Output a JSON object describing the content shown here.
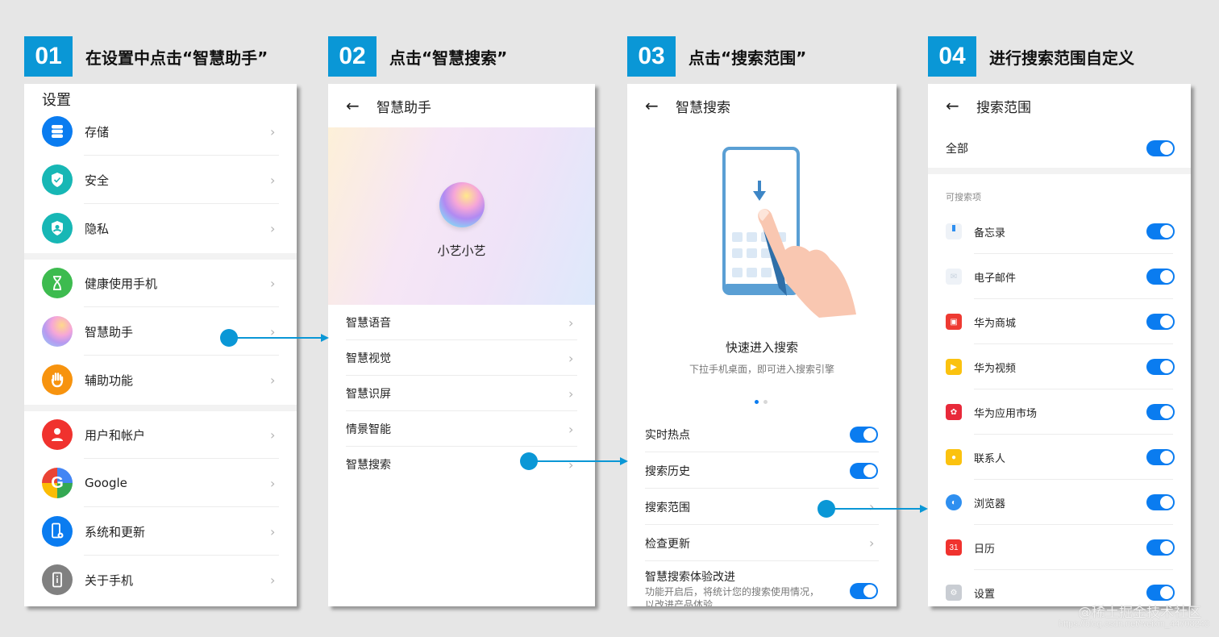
{
  "steps": [
    {
      "num": "01",
      "title": "在设置中点击“智慧助手”"
    },
    {
      "num": "02",
      "title": "点击“智慧搜索”"
    },
    {
      "num": "03",
      "title": "点击“搜索范围”"
    },
    {
      "num": "04",
      "title": "进行搜索范围自定义"
    }
  ],
  "settings": {
    "title": "设置",
    "items": [
      {
        "label": "存储",
        "icon": "storage-icon",
        "color": "#0a7cf0"
      },
      {
        "label": "安全",
        "icon": "shield-check-icon",
        "color": "#17b7b5"
      },
      {
        "label": "隐私",
        "icon": "privacy-icon",
        "color": "#17b7b5"
      },
      {
        "label": "健康使用手机",
        "icon": "hourglass-icon",
        "color": "#3dbb4f"
      },
      {
        "label": "智慧助手",
        "icon": "assistant-orb-icon",
        "color": "#c9a7f0"
      },
      {
        "label": "辅助功能",
        "icon": "hand-icon",
        "color": "#f7930e"
      },
      {
        "label": "用户和帐户",
        "icon": "user-icon",
        "color": "#f0322e"
      },
      {
        "label": "Google",
        "icon": "google-icon",
        "color": "#4285f4"
      },
      {
        "label": "系统和更新",
        "icon": "phone-gear-icon",
        "color": "#0a7cf0"
      },
      {
        "label": "关于手机",
        "icon": "phone-info-icon",
        "color": "#808080"
      }
    ],
    "chevron": "›"
  },
  "assistant": {
    "back": "←",
    "title": "智慧助手",
    "orb_label": "小艺小艺",
    "items": [
      "智慧语音",
      "智慧视觉",
      "智慧识屏",
      "情景智能",
      "智慧搜索"
    ]
  },
  "smart_search": {
    "back": "←",
    "title": "智慧搜索",
    "headline": "快速进入搜索",
    "subline": "下拉手机桌面，即可进入搜索引擎",
    "rows": [
      {
        "label": "实时热点",
        "type": "toggle",
        "on": true
      },
      {
        "label": "搜索历史",
        "type": "toggle",
        "on": true
      },
      {
        "label": "搜索范围",
        "type": "link"
      },
      {
        "label": "检查更新",
        "type": "link"
      },
      {
        "label": "智慧搜索体验改进",
        "type": "toggle",
        "on": true,
        "sub": "功能开启后，将统计您的搜索使用情况，以改进产品体验"
      }
    ]
  },
  "search_scope": {
    "back": "←",
    "title": "搜索范围",
    "all_label": "全部",
    "section_label": "可搜索项",
    "apps": [
      {
        "label": "备忘录",
        "icon": "notepad-icon",
        "color": "#e8eef6",
        "glyph": ""
      },
      {
        "label": "电子邮件",
        "icon": "mail-icon",
        "color": "#e8eef6",
        "glyph": "✉"
      },
      {
        "label": "华为商城",
        "icon": "vmall-icon",
        "color": "#ee3a32",
        "glyph": "▣"
      },
      {
        "label": "华为视频",
        "icon": "video-icon",
        "color": "#fbc20f",
        "glyph": "▶"
      },
      {
        "label": "华为应用市场",
        "icon": "appgallery-icon",
        "color": "#e8293a",
        "glyph": "✿"
      },
      {
        "label": "联系人",
        "icon": "contacts-icon",
        "color": "#fbc20f",
        "glyph": "●"
      },
      {
        "label": "浏览器",
        "icon": "browser-icon",
        "color": "#2e8ff0",
        "glyph": "◐"
      },
      {
        "label": "日历",
        "icon": "calendar-icon",
        "color": "#f0322e",
        "glyph": "31"
      },
      {
        "label": "设置",
        "icon": "settings-icon",
        "color": "#b8bcc2",
        "glyph": "⚙"
      }
    ]
  },
  "watermark": {
    "text": "@稀土掘金技术社区",
    "url": "https://blog.csdn.net/weixin_44708240"
  },
  "colors": {
    "accent": "#0a97d6",
    "toggle": "#0a7cf0"
  }
}
